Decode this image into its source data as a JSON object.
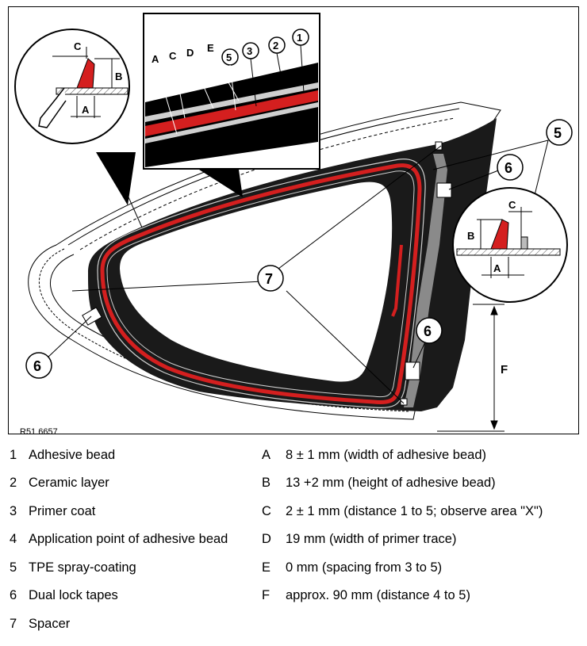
{
  "figure": {
    "code": "R51 6657",
    "callouts": {
      "n1": "1",
      "n2": "2",
      "n3": "3",
      "n5": "5",
      "n6": "6",
      "n7": "7",
      "A": "A",
      "B": "B",
      "C": "C",
      "D": "D",
      "E": "E",
      "F": "F"
    }
  },
  "legend": {
    "numbers": [
      {
        "key": "1",
        "text": "Adhesive bead"
      },
      {
        "key": "2",
        "text": "Ceramic layer"
      },
      {
        "key": "3",
        "text": "Primer coat"
      },
      {
        "key": "4",
        "text": "Application point of adhesive bead"
      },
      {
        "key": "5",
        "text": "TPE spray-coating"
      },
      {
        "key": "6",
        "text": "Dual lock tapes"
      },
      {
        "key": "7",
        "text": "Spacer"
      }
    ],
    "letters": [
      {
        "key": "A",
        "text": "8 ± 1 mm (width of adhesive bead)"
      },
      {
        "key": "B",
        "text": "13 +2 mm (height of adhesive bead)"
      },
      {
        "key": "C",
        "text": "2 ± 1 mm (distance 1 to 5; observe area \"X\")"
      },
      {
        "key": "D",
        "text": "19 mm (width of primer trace)"
      },
      {
        "key": "E",
        "text": "0 mm (spacing from 3 to 5)"
      },
      {
        "key": "F",
        "text": "approx. 90 mm (distance 4 to 5)"
      }
    ]
  },
  "colors": {
    "adhesive": "#d41f1f",
    "ceramic": "#1a1a1a",
    "tpe": "#8a8a8a",
    "line": "#000000"
  }
}
